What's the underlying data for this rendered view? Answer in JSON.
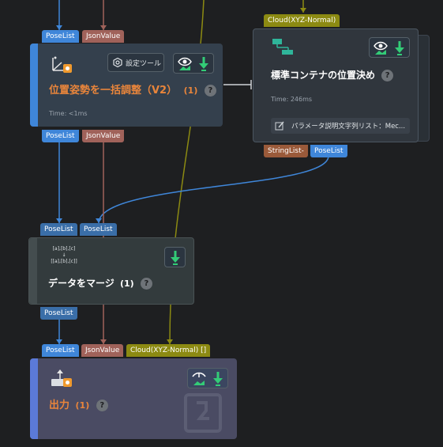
{
  "ports": {
    "n1_in1": "PoseList",
    "n1_in2": "JsonValue",
    "n1_out1": "PoseList",
    "n1_out2": "JsonValue",
    "n2_in1": "Cloud(XYZ-Normal)",
    "n2_out1": "StringList-",
    "n2_out2": "PoseList",
    "n3_in1": "PoseList",
    "n3_in2": "PoseList",
    "n3_out1": "PoseList",
    "n4_in1": "PoseList",
    "n4_in2": "JsonValue",
    "n4_in3": "Cloud(XYZ-Normal) []"
  },
  "node1": {
    "title": "位置姿勢を一括調整（V2）",
    "count": "(1)",
    "settings_label": "設定ツール",
    "time": "Time: <1ms"
  },
  "node2": {
    "title": "標準コンテナの位置決め",
    "time": "Time: 246ms",
    "param": "パラメータ説明文字列リスト：Mec..."
  },
  "node3": {
    "title": "データをマージ",
    "count": "(1)",
    "icon_text1": "[a],[b],[c]",
    "icon_text2": "↓",
    "icon_text3": "[[a],[b],[c]]"
  },
  "node4": {
    "title": "出力",
    "count": "(1)"
  },
  "help": "?",
  "colors": {
    "background": "#1e1f21",
    "pose_port": "#3f86d9",
    "json_port": "#a0625a",
    "cloud_port": "#8c8a12",
    "title_orange": "#e9853b",
    "accent_green": "#33cc77"
  }
}
